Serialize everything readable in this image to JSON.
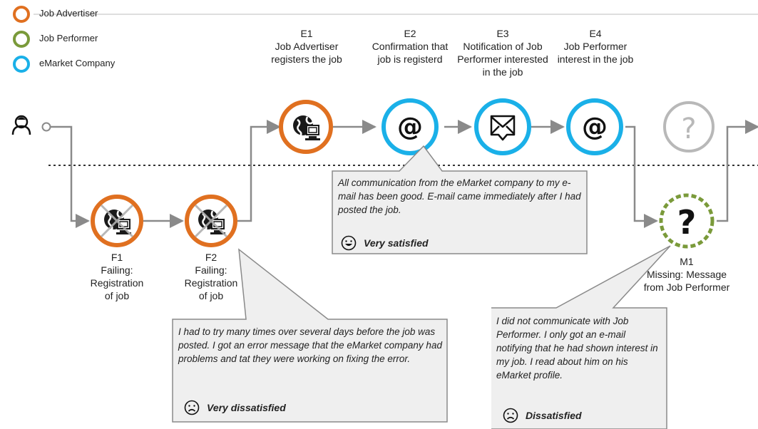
{
  "colors": {
    "job_advertiser": "#e07020",
    "job_performer": "#7a9a3a",
    "emarket_company": "#1ab0e8",
    "line": "#8a8a8a",
    "missing_node": "#b8b8b8",
    "callout_fill": "#efefef"
  },
  "legend": [
    {
      "label": "Job Advertiser",
      "color_key": "job_advertiser"
    },
    {
      "label": "Job Performer",
      "color_key": "job_performer"
    },
    {
      "label": "eMarket Company",
      "color_key": "emarket_company"
    }
  ],
  "actor": {
    "icon": "person-icon"
  },
  "steps": {
    "e1": {
      "code": "E1",
      "text": "Job Advertiser registers the job",
      "icon": "globe-computer-icon",
      "color_key": "job_advertiser"
    },
    "e2": {
      "code": "E2",
      "text": "Confirmation that job is registerd",
      "icon": "at-sign-icon",
      "color_key": "emarket_company"
    },
    "e3": {
      "code": "E3",
      "text": "Notification of Job Performer interested in the job",
      "icon": "envelope-icon",
      "color_key": "emarket_company"
    },
    "e4": {
      "code": "E4",
      "text": "Job Performer interest in the job",
      "icon": "at-sign-icon",
      "color_key": "emarket_company"
    },
    "unknown": {
      "icon": "question-mark-icon",
      "symbol": "?"
    },
    "f1": {
      "code": "F1",
      "text": "Failing: Registration of job",
      "icon": "globe-computer-crossed-icon",
      "color_key": "job_advertiser"
    },
    "f2": {
      "code": "F2",
      "text": "Failing: Registration of job",
      "icon": "globe-computer-crossed-icon",
      "color_key": "job_advertiser"
    },
    "m1": {
      "code": "M1",
      "text": "Missing: Message from Job Performer",
      "icon": "question-mark-icon",
      "symbol": "?",
      "color_key": "job_performer"
    }
  },
  "callouts": {
    "satisfied": {
      "text": "All communication from the eMarket company to my e-mail has been good. E-mail came immediately after I had posted the job.",
      "rating": "Very satisfied",
      "face": "smiley-face-icon"
    },
    "very_dissatisfied": {
      "text": "I had to try many times over several days before the job was posted. I got an error message that the eMarket company had problems and tat they were working on fixing the error.",
      "rating": "Very dissatisfied",
      "face": "sad-face-icon"
    },
    "dissatisfied": {
      "text": "I did not communicate with Job Performer. I only got an e-mail notifying that he had shown interest in my job. I read about him on his eMarket profile.",
      "rating": "Dissatisfied",
      "face": "sad-face-icon"
    }
  }
}
